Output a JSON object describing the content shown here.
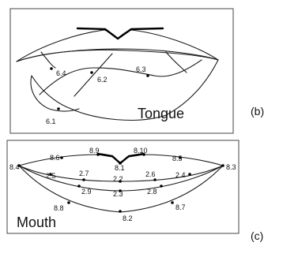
{
  "tongue_panel": {
    "title": "Tongue",
    "tag": "(b)",
    "points": [
      {
        "id": "6.1",
        "label": "6.1"
      },
      {
        "id": "6.2",
        "label": "6.2"
      },
      {
        "id": "6.3",
        "label": "6.3"
      },
      {
        "id": "6.4",
        "label": "6.4"
      }
    ]
  },
  "mouth_panel": {
    "title": "Mouth",
    "tag": "(c)",
    "points": [
      {
        "id": "8.1",
        "label": "8.1"
      },
      {
        "id": "8.2",
        "label": "8.2"
      },
      {
        "id": "8.3",
        "label": "8.3"
      },
      {
        "id": "8.4",
        "label": "8.4"
      },
      {
        "id": "8.5",
        "label": "8.5"
      },
      {
        "id": "8.6",
        "label": "8.6"
      },
      {
        "id": "8.7",
        "label": "8.7"
      },
      {
        "id": "8.8",
        "label": "8.8"
      },
      {
        "id": "8.9",
        "label": "8.9"
      },
      {
        "id": "8.10",
        "label": "8.10"
      },
      {
        "id": "2.2",
        "label": "2.2"
      },
      {
        "id": "2.3",
        "label": "2.3"
      },
      {
        "id": "2.4",
        "label": "2.4"
      },
      {
        "id": "2.5",
        "label": "2.5"
      },
      {
        "id": "2.6",
        "label": "2.6"
      },
      {
        "id": "2.7",
        "label": "2.7"
      },
      {
        "id": "2.8",
        "label": "2.8"
      },
      {
        "id": "2.9",
        "label": "2.9"
      }
    ]
  }
}
